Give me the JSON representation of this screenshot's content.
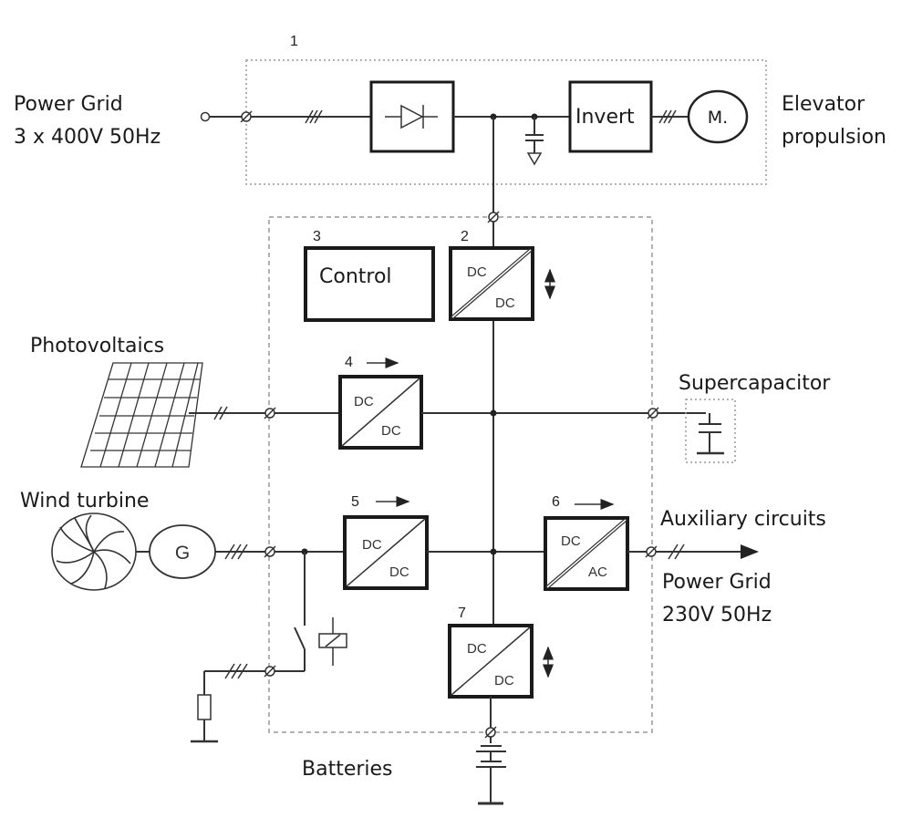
{
  "diagram": {
    "inputs": {
      "power_grid_in": {
        "line1": "Power Grid",
        "line2": "3 x 400V 50Hz"
      },
      "photovoltaics": "Photovoltaics",
      "wind_turbine": "Wind turbine",
      "generator": "G"
    },
    "outputs": {
      "elevator": {
        "line1": "Elevator",
        "line2": "propulsion"
      },
      "motor": "M.",
      "supercapacitor": "Supercapacitor",
      "auxiliary": "Auxiliary circuits",
      "power_grid_out": {
        "line1": "Power Grid",
        "line2": "230V 50Hz"
      },
      "batteries": "Batteries"
    },
    "blocks": {
      "b1": {
        "number": "1"
      },
      "inverter": "Invert",
      "b2": {
        "number": "2",
        "top": "DC",
        "bottom": "DC",
        "direction": "bidirectional"
      },
      "b3": {
        "number": "3",
        "label": "Control"
      },
      "b4": {
        "number": "4",
        "top": "DC",
        "bottom": "DC",
        "direction": "forward"
      },
      "b5": {
        "number": "5",
        "top": "DC",
        "bottom": "DC",
        "direction": "forward"
      },
      "b6": {
        "number": "6",
        "top": "DC",
        "bottom": "AC",
        "direction": "forward"
      },
      "b7": {
        "number": "7",
        "top": "DC",
        "bottom": "DC",
        "direction": "bidirectional"
      }
    }
  }
}
